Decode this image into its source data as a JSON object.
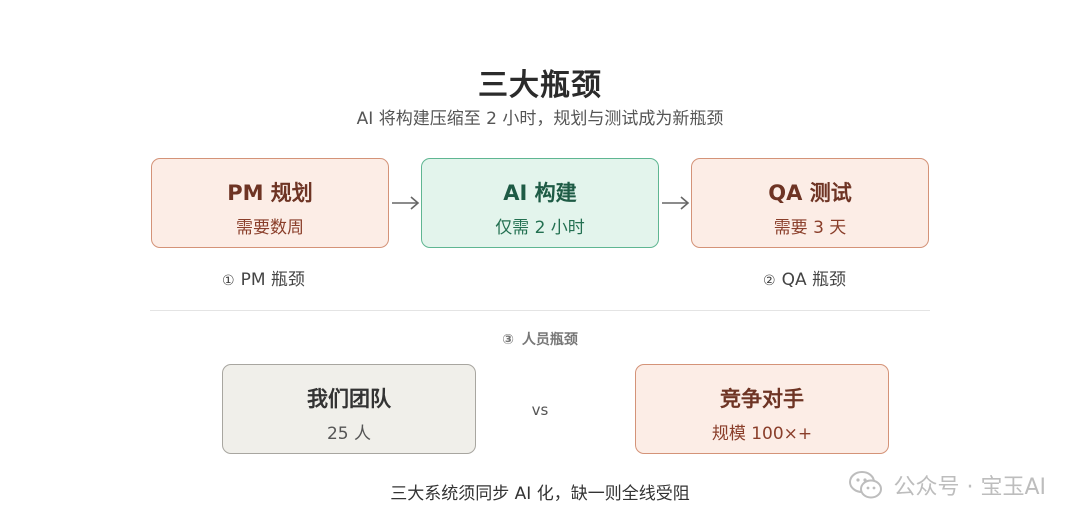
{
  "title": "三大瓶颈",
  "subtitle": "AI 将构建压缩至 2 小时，规划与测试成为新瓶颈",
  "stages": [
    {
      "name": "PM 规划",
      "detail": "需要数周"
    },
    {
      "name": "AI 构建",
      "detail": "仅需 2 小时"
    },
    {
      "name": "QA 测试",
      "detail": "需要 3 天"
    }
  ],
  "bottlenecks": {
    "pm": {
      "marker": "①",
      "label": "PM 瓶颈"
    },
    "qa": {
      "marker": "②",
      "label": "QA 瓶颈"
    },
    "people": {
      "marker": "③",
      "label": "人员瓶颈"
    }
  },
  "comparison": {
    "ours": {
      "name": "我们团队",
      "detail": "25 人"
    },
    "vs": "vs",
    "rival": {
      "name": "竞争对手",
      "detail": "规模 100×+"
    }
  },
  "footer": "三大系统须同步 AI 化，缺一则全线受阻",
  "watermark": "公众号 · 宝玉AI",
  "colors": {
    "orange_fill": "#fcede6",
    "orange_border": "#d49378",
    "green_fill": "#e3f4ec",
    "green_border": "#5fb692",
    "gray_fill": "#f0efea",
    "gray_border": "#a8a6a0"
  },
  "icons": [
    "arrow-right-icon",
    "wechat-icon"
  ]
}
